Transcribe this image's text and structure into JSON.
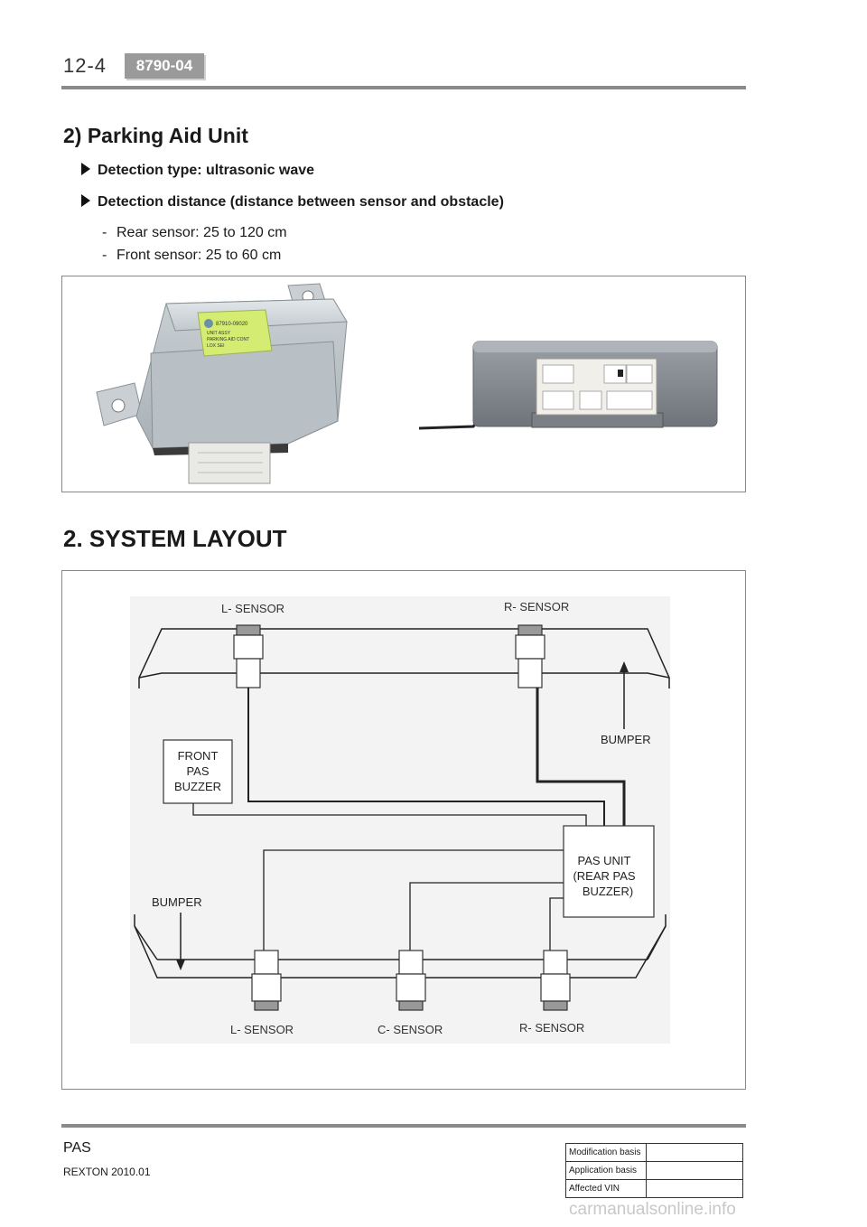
{
  "header": {
    "page_number": "12-4",
    "code": "8790-04"
  },
  "section": {
    "title": "2) Parking Aid Unit",
    "bullets": [
      "Detection type: ultrasonic wave",
      "Detection distance (distance between sensor and obstacle)"
    ],
    "sub_items": [
      "Rear sensor: 25 to 120 cm",
      "Front sensor: 25 to 60 cm"
    ]
  },
  "photo": {
    "left_unit_label_lines": [
      "UNIT ASSY",
      "PARKING AID CONT",
      "LOX SEI"
    ],
    "left_unit_part_no": "87910-09020"
  },
  "layout": {
    "title": "2. SYSTEM LAYOUT",
    "top_sensor_left": "L- SENSOR",
    "top_sensor_right": "R- SENSOR",
    "bumper_top": "BUMPER",
    "front_buzzer": [
      "FRONT",
      "PAS",
      "BUZZER"
    ],
    "pas_unit": [
      "PAS UNIT",
      "(REAR PAS",
      "BUZZER)"
    ],
    "bumper_bottom": "BUMPER",
    "bottom_sensor_left": "L- SENSOR",
    "bottom_sensor_center": "C- SENSOR",
    "bottom_sensor_right": "R- SENSOR"
  },
  "footer": {
    "title": "PAS",
    "model": "REXTON 2010.01",
    "table_rows": [
      {
        "label": "Modification basis",
        "value": ""
      },
      {
        "label": "Application basis",
        "value": ""
      },
      {
        "label": "Affected VIN",
        "value": ""
      }
    ],
    "watermark": "carmanualsonline.info"
  }
}
